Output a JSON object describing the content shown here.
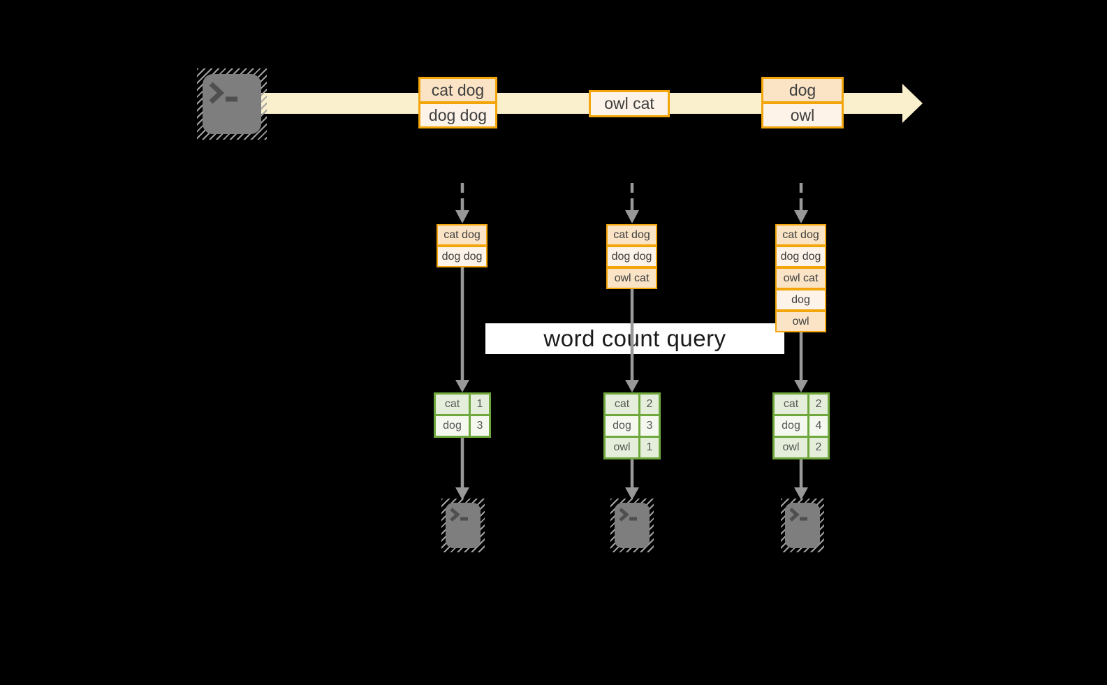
{
  "query_label": "word count query",
  "stream": {
    "batches": [
      {
        "rows": [
          "cat dog",
          "dog dog"
        ]
      },
      {
        "rows": [
          "owl cat"
        ]
      },
      {
        "rows": [
          "dog",
          "owl"
        ]
      }
    ]
  },
  "columns": [
    {
      "window": [
        "cat dog",
        "dog dog"
      ],
      "result": [
        [
          "cat",
          "1"
        ],
        [
          "dog",
          "3"
        ]
      ]
    },
    {
      "window": [
        "cat dog",
        "dog dog",
        "owl cat"
      ],
      "result": [
        [
          "cat",
          "2"
        ],
        [
          "dog",
          "3"
        ],
        [
          "owl",
          "1"
        ]
      ]
    },
    {
      "window": [
        "cat dog",
        "dog dog",
        "owl cat",
        "dog",
        "owl"
      ],
      "result": [
        [
          "cat",
          "2"
        ],
        [
          "dog",
          "4"
        ],
        [
          "owl",
          "2"
        ]
      ]
    }
  ],
  "palette": {
    "background": "#000000",
    "stream_band": "#FAF0CD",
    "orange_border": "#F2A60B",
    "record_fill_dark": "#FBE4C6",
    "record_fill_light": "#FDF3E8",
    "table_border_green": "#6FA83C",
    "table_fill_dark": "#E4EEDA",
    "table_fill_light": "#F4F8EF",
    "arrow_gray": "#989898",
    "query_box_bg": "#FFFFFF",
    "terminal_gray": "#7E7E7E"
  }
}
